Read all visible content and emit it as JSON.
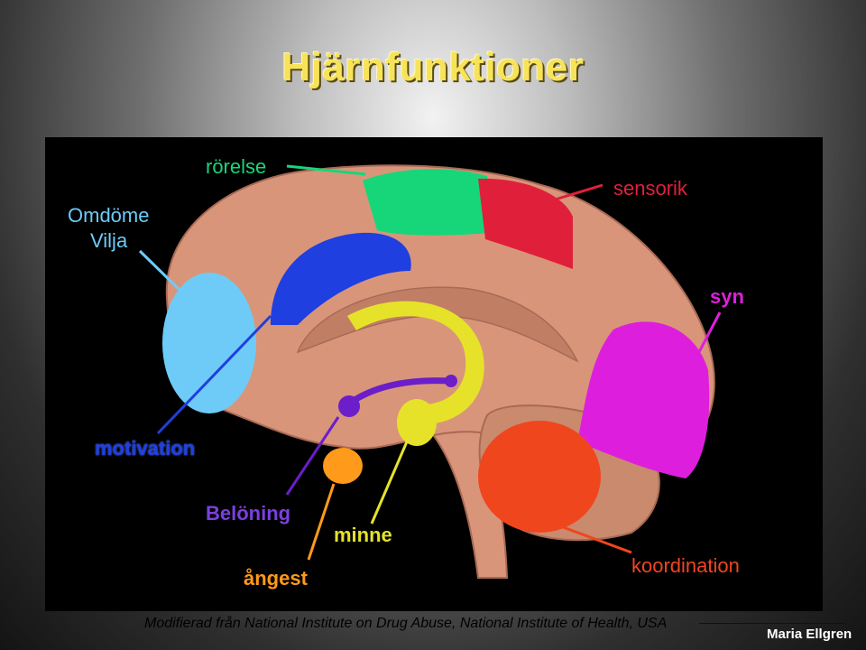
{
  "title": "Hjärnfunktioner",
  "labels": {
    "omdome": "Omdöme",
    "vilja": "Vilja",
    "rorelse": "rörelse",
    "sensorik": "sensorik",
    "syn": "syn",
    "motivation": "motivation",
    "beloning": "Belöning",
    "angest": "ångest",
    "minne": "minne",
    "koordination": "koordination"
  },
  "footer": {
    "credit": "Modifierad från National Institute on Drug Abuse, National Institute of Health, USA",
    "author": "Maria Ellgren"
  },
  "colors": {
    "title": "#f7e35a",
    "brain": "#d9957a",
    "frontal_region": "#6ecbf7",
    "motor_region": "#1f3fe0",
    "premotor_region": "#17d67a",
    "sensory_region": "#e0203a",
    "visual_region": "#dd1fdd",
    "cerebellum_region": "#f0461e",
    "hippocampus_region": "#e6e22a",
    "amygdala_region": "#ff9a1a",
    "reward_pathway": "#6b1ec9"
  }
}
